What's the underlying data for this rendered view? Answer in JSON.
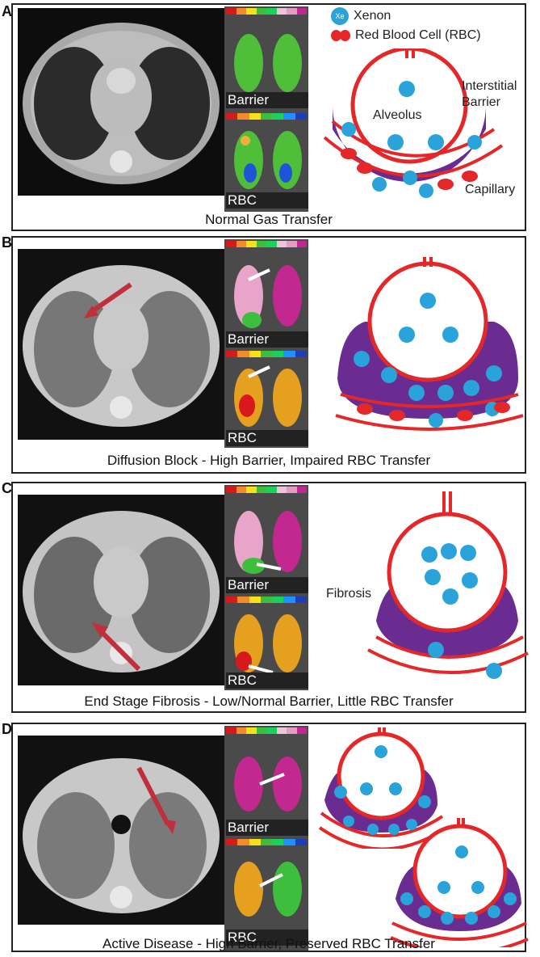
{
  "panels": [
    {
      "label": "A",
      "caption": "Normal Gas Transfer",
      "mri_labels": [
        "Barrier",
        "RBC"
      ]
    },
    {
      "label": "B",
      "caption": "Diffusion Block - High Barrier, Impaired RBC Transfer",
      "mri_labels": [
        "Barrier",
        "RBC"
      ]
    },
    {
      "label": "C",
      "caption": "End Stage Fibrosis - Low/Normal Barrier, Little RBC Transfer",
      "mri_labels": [
        "Barrier",
        "RBC"
      ]
    },
    {
      "label": "D",
      "caption": "Active Disease - High Barrier, Preserved RBC Transfer",
      "mri_labels": [
        "Barrier",
        "RBC"
      ]
    }
  ],
  "legend": {
    "xenon": "Xenon",
    "rbc": "Red Blood Cell (RBC)"
  },
  "annotations": {
    "alveolus": "Alveolus",
    "interstitial": "Interstitial",
    "barrier": "Barrier",
    "capillary": "Capillary",
    "fibrosis": "Fibrosis"
  },
  "xe_label": "Xe",
  "colors": {
    "membrane": "#e42729",
    "interstitium": "#6b2c91",
    "xenon": "#2aa3db",
    "rbc": "#e42729"
  },
  "colorbar": {
    "barrier": [
      "#d7191c",
      "#f28c28",
      "#f6e219",
      "#3dbf3d",
      "#1bd15d",
      "#ecc5d7",
      "#e69ac4",
      "#c2288f"
    ],
    "rbc": [
      "#d7191c",
      "#f28c28",
      "#f6e219",
      "#3dbf3d",
      "#1bd15d",
      "#1e90ff",
      "#1c3fb8"
    ]
  }
}
